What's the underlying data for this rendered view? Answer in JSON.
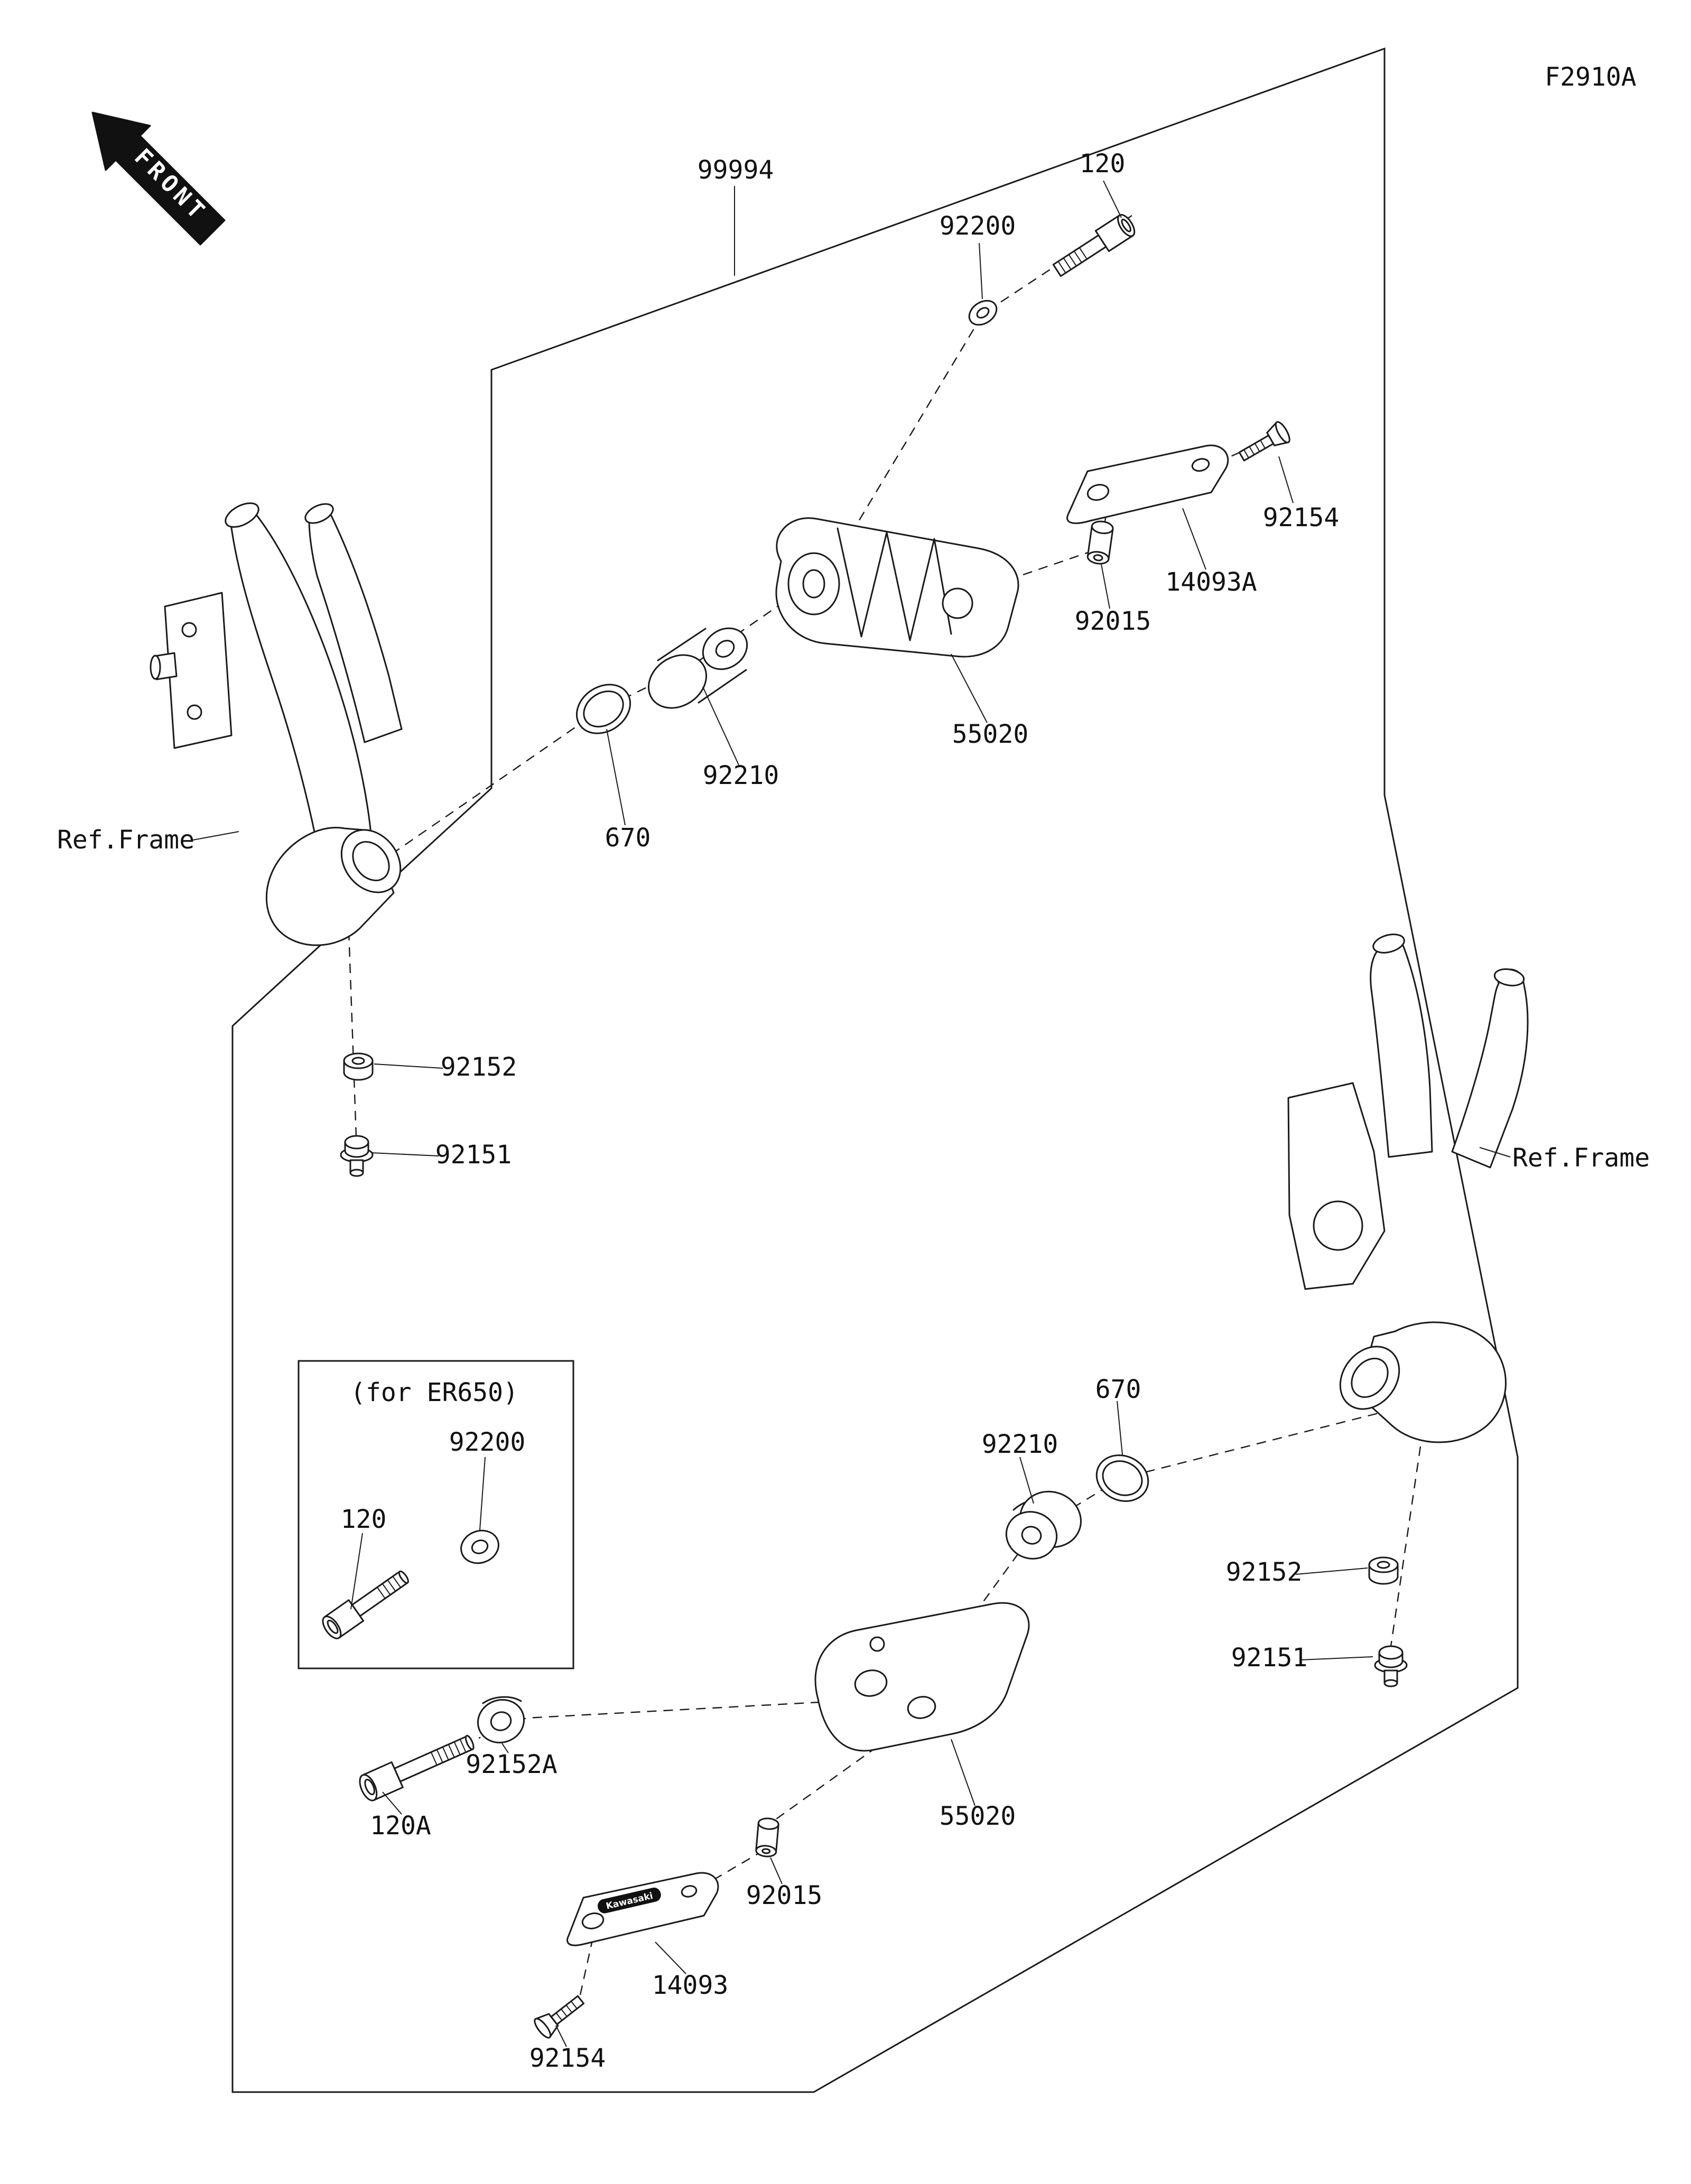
{
  "figure": {
    "code": "F2910A",
    "front_marker": "FRONT",
    "er650_note": "(for ER650)",
    "brand": "Kawasaki"
  },
  "labels": {
    "kit": "99994",
    "bolt_top": "120",
    "washer_top": "92200",
    "screw_top": "92154",
    "bracket_top": "14093A",
    "pin_top": "92015",
    "slider_top": "55020",
    "collar_top": "92210",
    "oring_top": "670",
    "ref_frame_left": "Ref.Frame",
    "nut_left": "92152",
    "bolt_small_left": "92151",
    "washer_box": "92200",
    "bolt_box": "120",
    "ref_frame_right": "Ref.Frame",
    "oring_bottom": "670",
    "collar_bottom": "92210",
    "nut_right": "92152",
    "bolt_small_right": "92151",
    "collar_a": "92152A",
    "bolt_a": "120A",
    "slider_bottom": "55020",
    "pin_bottom": "92015",
    "bracket_bottom": "14093",
    "screw_bottom": "92154"
  }
}
